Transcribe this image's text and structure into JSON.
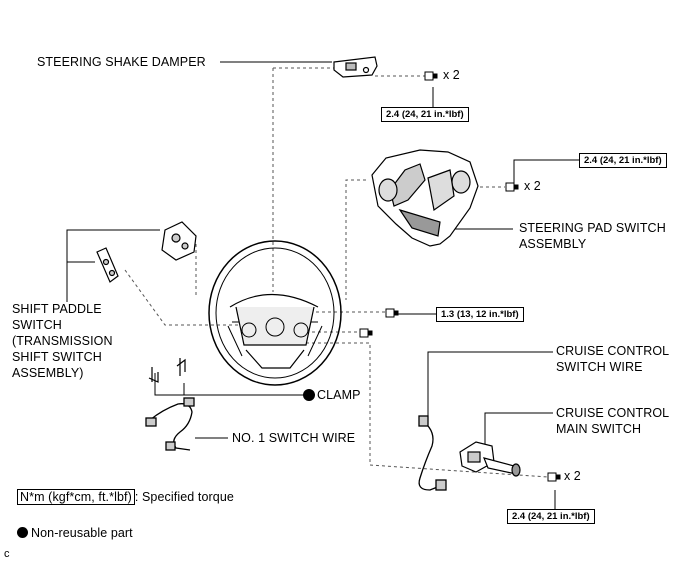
{
  "labels": {
    "steering_shake_damper": "STEERING SHAKE DAMPER",
    "steering_pad_switch_line1": "STEERING PAD SWITCH",
    "steering_pad_switch_line2": "ASSEMBLY",
    "shift_paddle_line1": "SHIFT PADDLE",
    "shift_paddle_line2": "SWITCH",
    "shift_paddle_line3": "(TRANSMISSION",
    "shift_paddle_line4": "SHIFT SWITCH",
    "shift_paddle_line5": "ASSEMBLY)",
    "cruise_wire_line1": "CRUISE CONTROL",
    "cruise_wire_line2": "SWITCH WIRE",
    "cruise_main_line1": "CRUISE CONTROL",
    "cruise_main_line2": "MAIN SWITCH",
    "clamp": "CLAMP",
    "switch_wire": "NO. 1 SWITCH WIRE",
    "figure_code": "c"
  },
  "torques": {
    "damper": "2.4 (24, 21 in.*lbf)",
    "pad": "2.4 (24, 21 in.*lbf)",
    "wheel_bolts": "1.3 (13, 12 in.*lbf)",
    "cruise_main": "2.4 (24, 21 in.*lbf)"
  },
  "quantities": {
    "damper_bolts": "x 2",
    "pad_bolts": "x 2",
    "cruise_main_bolts": "x 2"
  },
  "legend": {
    "torque_unit": "N*m (kgf*cm, ft.*lbf)",
    "torque_desc": ": Specified torque",
    "non_reusable": "Non-reusable part"
  }
}
